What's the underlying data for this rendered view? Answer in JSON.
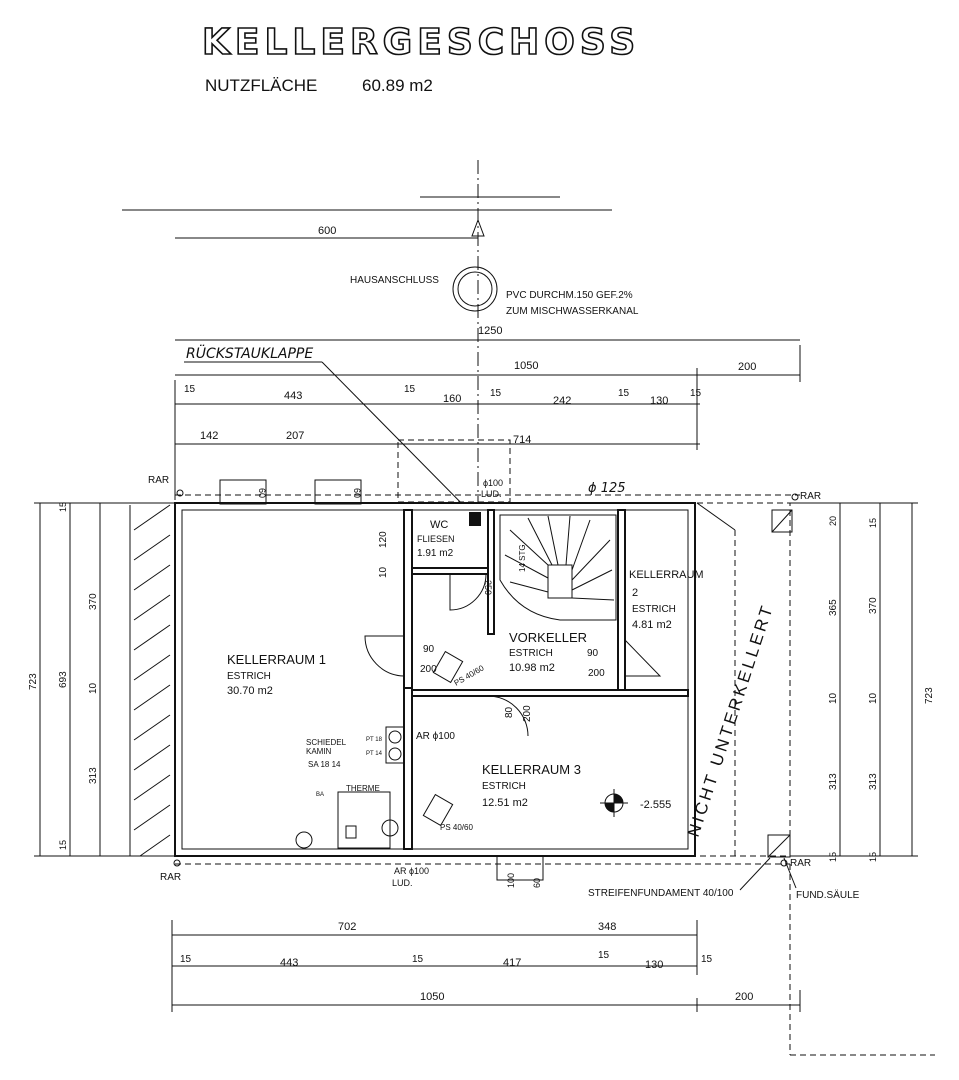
{
  "header": {
    "title": "KELLERGESCHOSS",
    "area_label": "NUTZFLÄCHE",
    "area_value": "60.89 m2"
  },
  "connection": {
    "label": "HAUSANSCHLUSS",
    "pipe_line1": "PVC   DURCHM.150   GEF.2%",
    "pipe_line2": "ZUM   MISCHWASSERKANAL",
    "backflow_label": "RÜCKSTAUKLAPPE",
    "diameter_label": "ϕ 125"
  },
  "rooms": [
    {
      "name": "KELLERRAUM 1",
      "floor": "ESTRICH",
      "area": "30.70 m2"
    },
    {
      "name": "VORKELLER",
      "floor": "ESTRICH",
      "area": "10.98 m2"
    },
    {
      "name": "KELLERRAUM 3",
      "floor": "ESTRICH",
      "area": "12.51 m2"
    },
    {
      "name": "KELLERRAUM",
      "number": "2",
      "floor": "ESTRICH",
      "area": "4.81 m2"
    },
    {
      "name": "WC",
      "floor": "FLIESEN",
      "area": "1.91 m2"
    }
  ],
  "labels": {
    "not_basement": "NICHT UNTERKELLERT",
    "strip_foundation": "STREIFENFUNDAMENT 40/100",
    "foundation_column": "FUND.SÄULE",
    "chimney_line1": "SCHIEDEL",
    "chimney_line2": "KAMIN",
    "chimney_line3": "SA 18 14",
    "therme": "THERME",
    "ar_100_top": "AR ϕ100",
    "ar_100_bottom": "AR ϕ100",
    "lud_bottom": "LUD.",
    "lud_top": "LUD.",
    "rar_tl": "RAR",
    "rar_tr": "RAR",
    "rar_bl": "RAR",
    "rar_br": "RAR",
    "level": "-2.555",
    "ps_1": "PS 40/60",
    "ps_2": "PS 40/60",
    "window_a": "60",
    "window_b": "60",
    "top_duct": "ϕ100",
    "pt_a": "PT 18",
    "pt_b": "PT 14",
    "ba": "BA"
  },
  "dims_top": {
    "d600": "600",
    "d1250": "1250",
    "d1050": "1050",
    "d200": "200",
    "row3": [
      "15",
      "443",
      "15",
      "160",
      "15",
      "242",
      "15",
      "130",
      "15"
    ],
    "row4": [
      "142",
      "207",
      "714"
    ]
  },
  "dims_left": {
    "outer": "723",
    "inner": "693",
    "chain": [
      "15",
      "370",
      "10",
      "313",
      "15"
    ]
  },
  "dims_right": {
    "outer": "723",
    "chain_a": [
      "20",
      "365",
      "10",
      "313",
      "15"
    ],
    "chain_b": [
      "15",
      "370",
      "10",
      "313",
      "15"
    ]
  },
  "dims_bottom": {
    "d702": "702",
    "d348": "348",
    "row2": [
      "15",
      "443",
      "15",
      "417",
      "15",
      "130",
      "15"
    ],
    "d1050": "1050",
    "d200": "200"
  },
  "dims_inner": {
    "d120": "120",
    "d10": "10",
    "door_90_a": "90",
    "door_200_a": "200",
    "door_90_b": "90",
    "door_200_b": "200",
    "door_80": "80",
    "door_200_c": "200",
    "win_100": "100",
    "win_60": "60",
    "wc_250": "250",
    "stair": "14 STG"
  }
}
